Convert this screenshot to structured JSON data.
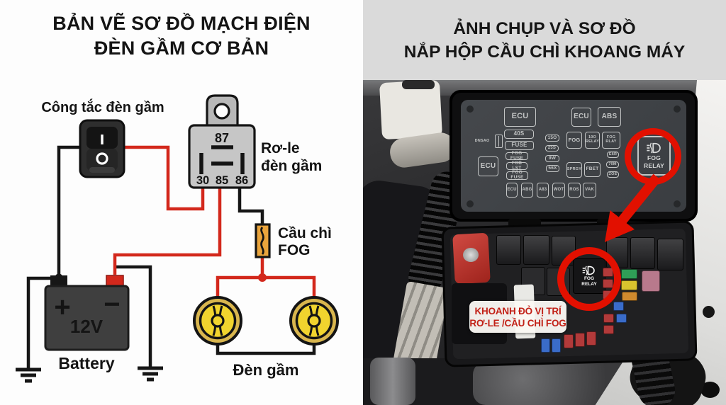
{
  "left": {
    "title1": "BẢN VẼ SƠ ĐỒ MẠCH ĐIỆN",
    "title2": "ĐÈN GẦM CƠ BẢN",
    "switch_label": "Công tắc đèn gầm",
    "switch_on": "I",
    "relay": {
      "pin_top": "87",
      "pin_30": "30",
      "pin_85": "85",
      "pin_86": "86",
      "name1": "Rơ-le",
      "name2": "đèn gầm"
    },
    "fuse": {
      "name1": "Cầu chì",
      "name2": "FOG"
    },
    "battery": {
      "voltage": "12V",
      "label": "Battery",
      "plus": "+",
      "minus": "−"
    },
    "lamps_label": "Đèn gầm"
  },
  "right": {
    "title1": "ẢNH CHỤP VÀ SƠ ĐỒ",
    "title2": "NẮP HỘP CẦU CHÌ KHOANG MÁY",
    "cover": {
      "top": [
        "ECU",
        "ECU",
        "ABS"
      ],
      "dnsao": "DNSAO",
      "col_a": [
        "40S",
        "FUSE",
        "FOG FUSE",
        "FOB LST",
        "FOG FUSE"
      ],
      "left_big": "ECU",
      "col_mid": [
        "15O",
        "25S",
        "9W",
        "56X"
      ],
      "mid": [
        "FOG",
        "10O RELAY",
        "FOG RLAY"
      ],
      "right_small": [
        "E6R",
        "70M",
        "ZOE"
      ],
      "mid2": [
        "SPRGY",
        "FBET"
      ],
      "bottom": [
        "ECU",
        "ABG",
        "A83",
        "WOT",
        "ROS",
        "VAK"
      ],
      "fog_relay1": "FOG",
      "fog_relay2": "RELAY"
    },
    "unit": {
      "fog_relay1": "FOG",
      "fog_relay2": "RELAY"
    },
    "note1": "KHOANH ĐỎ VỊ TRÍ",
    "note2": "RƠ-LE /CẦU CHÌ FOG"
  },
  "colors": {
    "hot_wire": "#d3281c",
    "ground_wire": "#161616",
    "fuse_body": "#e9a43c",
    "lamp_yellow": "#f1d42e",
    "annotation_red": "#c22117",
    "highlight_red": "#e21000"
  }
}
